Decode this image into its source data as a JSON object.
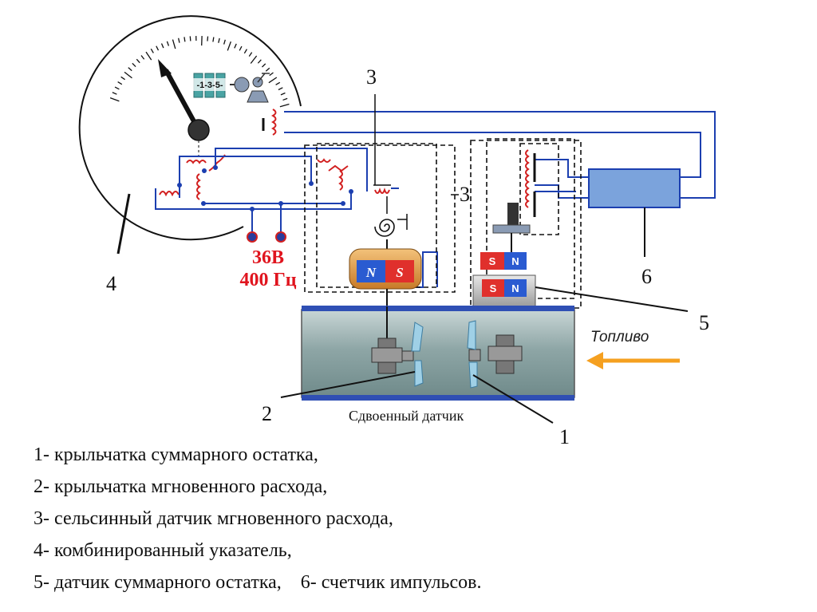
{
  "diagram": {
    "labels": {
      "n1": "1",
      "n2": "2",
      "n3_top": "3",
      "n3_side": "3",
      "n4": "4",
      "n5": "5",
      "n6": "6",
      "supply_voltage": "36В",
      "supply_freq": "400 Гц",
      "fuel": "Топливо",
      "sensor_caption": "Сдвоенный датчик",
      "drum_digits": "-1-3-5-"
    },
    "magnets": {
      "upper": {
        "left": "S",
        "right": "N"
      },
      "lower": {
        "left": "S",
        "right": "N"
      },
      "selsyn": {
        "left": "N",
        "right": "S"
      }
    },
    "colors": {
      "wire": "#1c3fb0",
      "coil": "#d22020",
      "pipe": "#8ea6a6",
      "pipe_edge": "#2f4fb4",
      "counter": "#7ba3dc",
      "magnet_red": "#e0302c",
      "magnet_blue": "#2a5bd1",
      "arrow": "#f5a020",
      "supply_text": "#e0141e"
    }
  },
  "legend": [
    "1- крыльчатка суммарного остатка,",
    "2- крыльчатка мгновенного расхода,",
    "3- сельсинный датчик мгновенного расхода,",
    "4- комбинированный указатель,",
    "5- датчик суммарного остатка,    6- счетчик импульсов."
  ]
}
